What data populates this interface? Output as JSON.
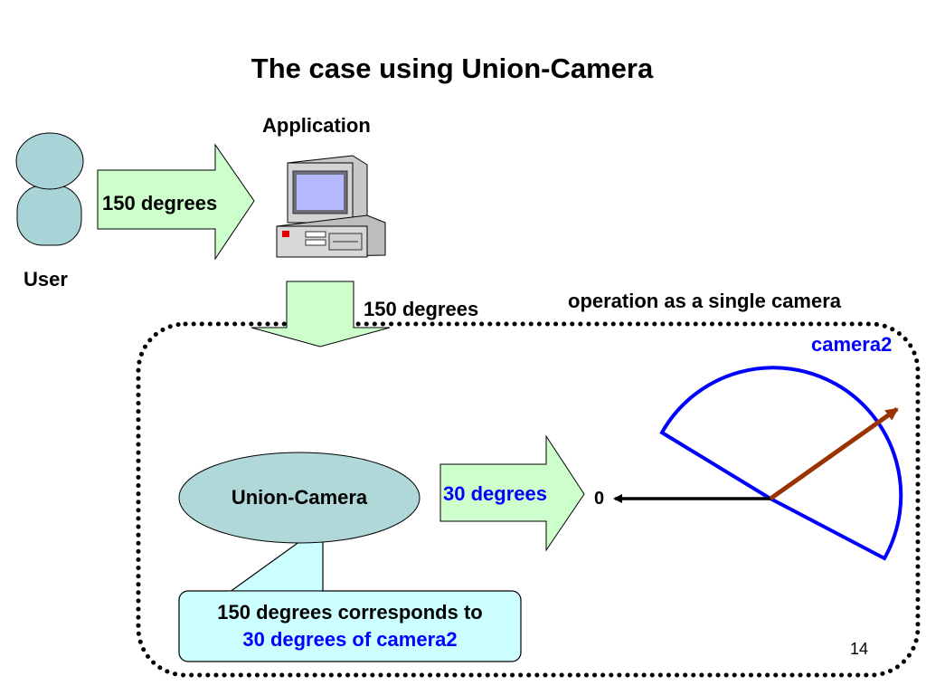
{
  "title": "The case using Union-Camera",
  "user": {
    "label": "User"
  },
  "application": {
    "label": "Application"
  },
  "arrow_user_to_app": {
    "label": "150 degrees"
  },
  "arrow_app_to_union": {
    "label": "150 degrees"
  },
  "single_camera": {
    "label": "operation as a single camera",
    "camera_name": "camera2"
  },
  "union_camera": {
    "label": "Union-Camera"
  },
  "arrow_union_to_camera": {
    "label": "30 degrees"
  },
  "origin_label": "0",
  "callout": {
    "line1": "150 degrees corresponds to",
    "line2": "30 degrees of camera2"
  },
  "page_number": "14",
  "colors": {
    "arrow_fill": "#ccffcc",
    "person_fill": "#a8d4d8",
    "union_fill": "#b0d8d8",
    "callout_fill": "#ccffff",
    "fov_outline": "#0000ff",
    "direction_arrow": "#993300",
    "accent_text": "#0000ff"
  }
}
